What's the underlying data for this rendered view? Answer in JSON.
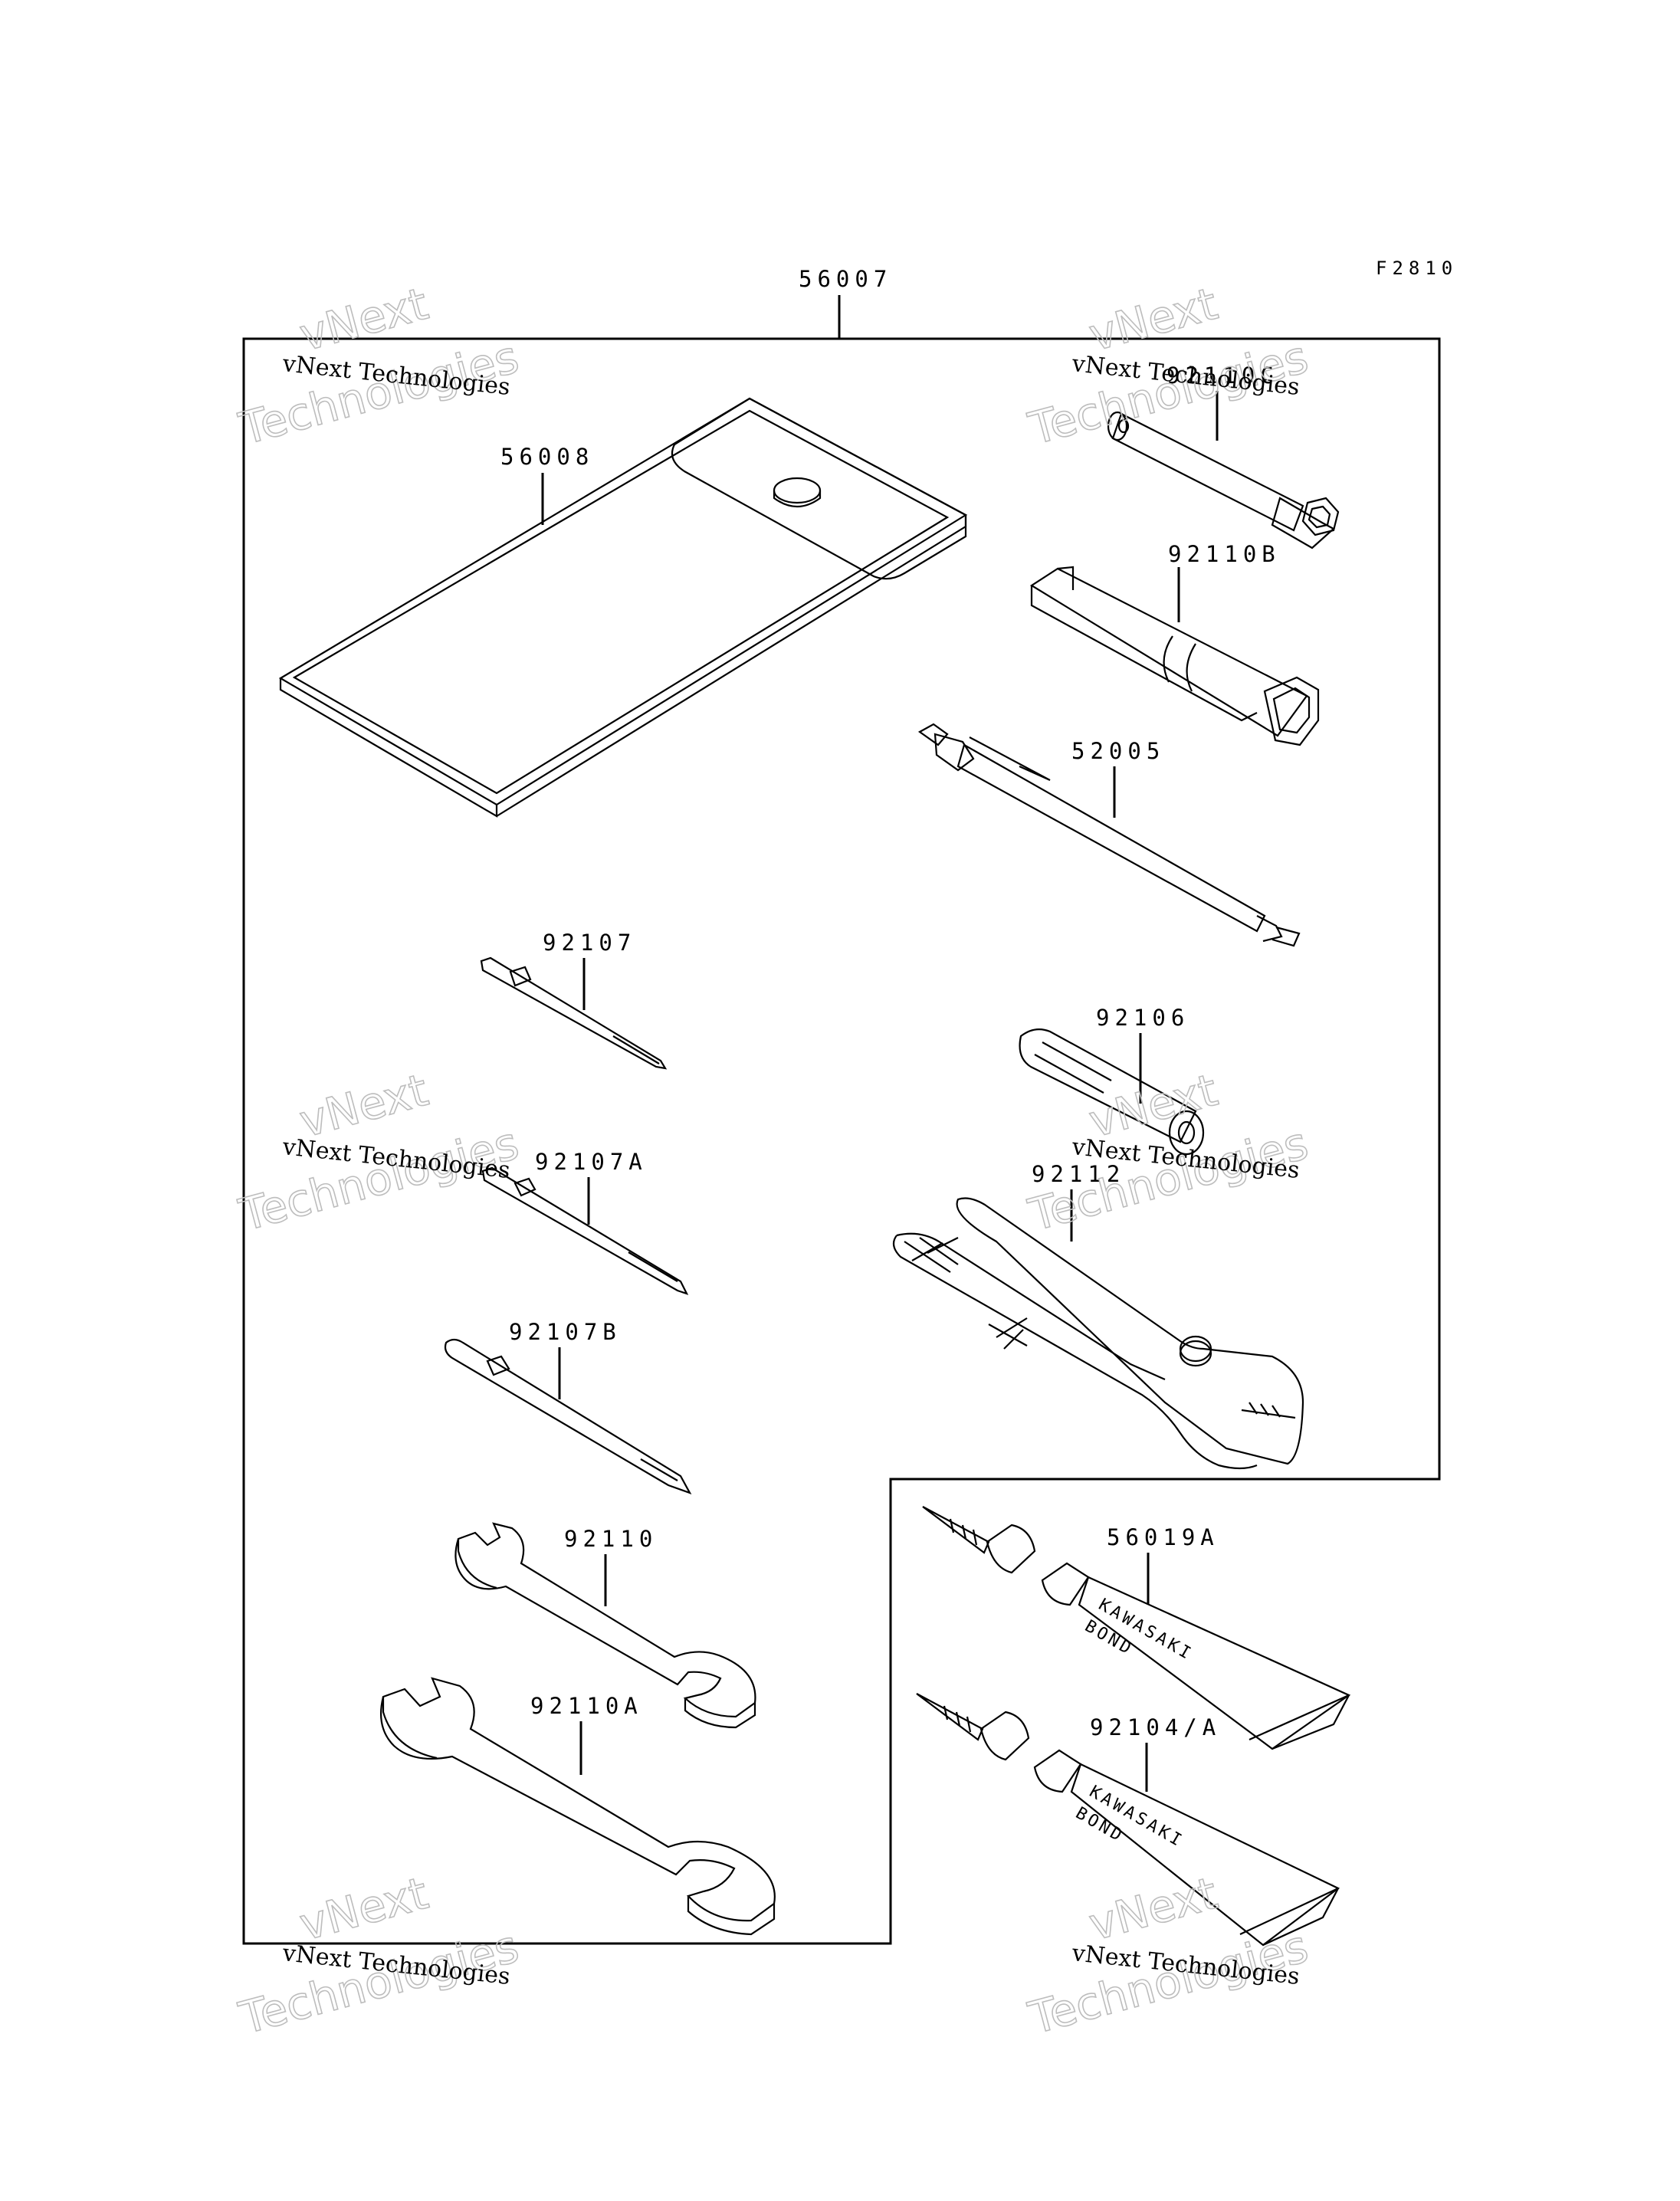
{
  "diagram": {
    "figure_code": "F2810",
    "kit_label": "56007",
    "parts": {
      "case": "56008",
      "plug_wrench": "92110C",
      "box_wrench": "92110B",
      "screwdriver_handle": "52005",
      "bit_a": "92107",
      "bit_b": "92107A",
      "bit_c": "92107B",
      "adapter": "92106",
      "pliers": "92112",
      "wrench_small": "92110",
      "wrench_large": "92110A",
      "bond_a": "56019A",
      "bond_b": "92104/A"
    },
    "tube_print_line1": "KAWASAKI",
    "tube_print_line2": "BOND"
  },
  "watermark": {
    "line1": "vNext Technologies",
    "big_line1": "vNext",
    "big_line2": "Technologies"
  }
}
